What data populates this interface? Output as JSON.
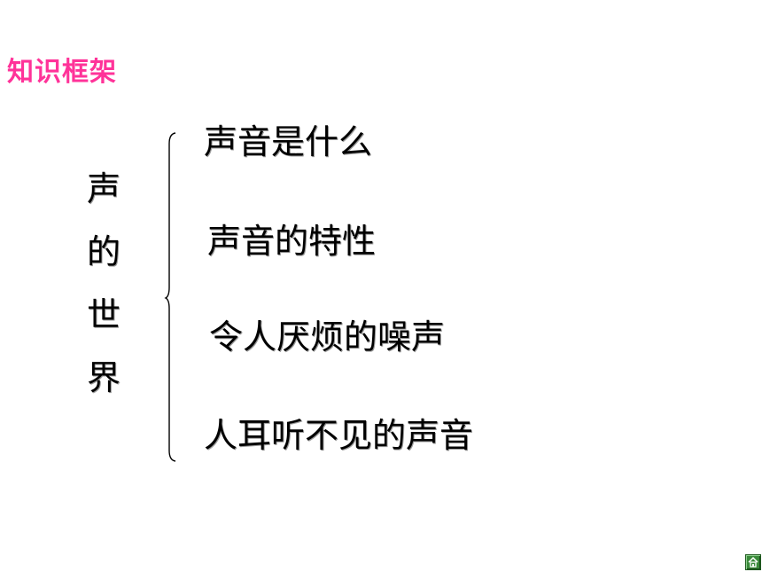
{
  "heading": {
    "text": "知识框架",
    "color": "#ff3399"
  },
  "vertical_title": [
    "声",
    "的",
    "世",
    "界"
  ],
  "topics": [
    "声音是什么",
    "声音的特性",
    "令人厌烦的噪声",
    "人耳听不见的声音"
  ],
  "nav": {
    "icon": "home-icon",
    "color": "#3a8a3a"
  }
}
